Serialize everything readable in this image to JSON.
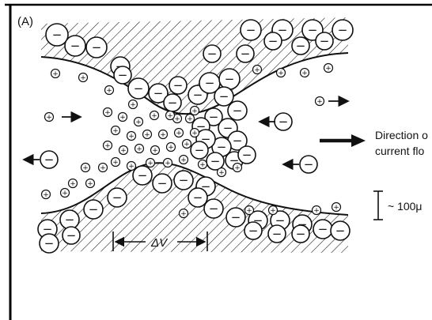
{
  "figure": {
    "panel_label": "(A)",
    "delta_v_label": "ΔV",
    "direction_label": [
      "Direction o",
      "current flo"
    ],
    "scale_label": "~ 100μ",
    "ion_signs": {
      "cation": "+",
      "anion": "−"
    }
  },
  "colors": {
    "ink": "#111111",
    "background": "#ffffff"
  }
}
